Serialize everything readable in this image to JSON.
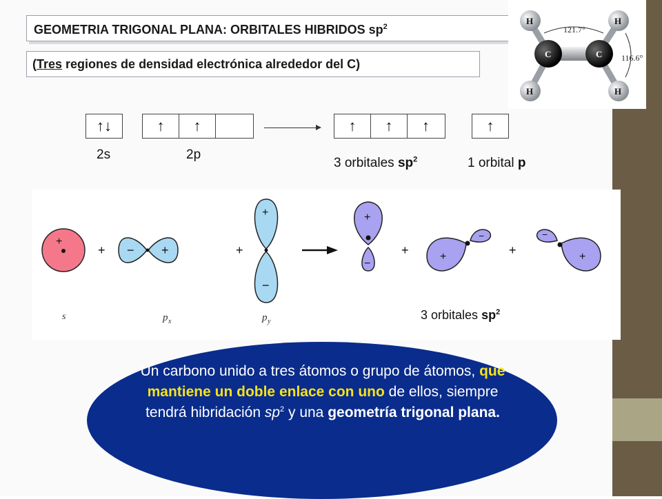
{
  "title": {
    "main": "GEOMETRIA TRIGONAL PLANA: ORBITALES HIBRIDOS sp",
    "sup": "2"
  },
  "subtitle": {
    "open": "(",
    "underlined": "Tres",
    "rest": " regiones de densidad electrónica alrededor del C)"
  },
  "molecule": {
    "atoms": [
      "H",
      "H",
      "H",
      "H",
      "C",
      "C"
    ],
    "angle_top": "121.7°",
    "angle_right": "116.6°"
  },
  "orbital_boxes": {
    "s2": [
      "↑↓"
    ],
    "p2": [
      "↑",
      "↑",
      ""
    ],
    "sp2": [
      "↑",
      "↑",
      "↑"
    ],
    "p1": [
      "↑"
    ]
  },
  "labels": {
    "s2": "2s",
    "p2": "2p",
    "sp2_prefix": "3 orbitales ",
    "sp2_bold": "sp",
    "sp2_sup": "2",
    "p1_prefix": "1 orbital ",
    "p1_bold": "p"
  },
  "orbitals_figure": {
    "signs": {
      "plus": "+",
      "minus": "−"
    },
    "op_plus": "+",
    "captions": {
      "s": "s",
      "px": "p",
      "px_sub": "x",
      "py": "p",
      "py_sub": "y"
    },
    "result_prefix": "3 orbitales ",
    "result_bold": "sp",
    "result_sup": "2",
    "colors": {
      "s_orbital": "#f5788a",
      "p_orbital": "#a8d8f2",
      "sp2_orbital": "#a9a2f0"
    }
  },
  "note": {
    "t1": "Un carbono unido a tres átomos o grupo de átomos, ",
    "hl": "que mantiene un doble enlace con uno",
    "t2": " de ellos, siempre tendrá hibridación ",
    "sp": "sp",
    "sup": "2",
    "t3": " y una ",
    "bold": "geometría trigonal plana."
  },
  "colors": {
    "ellipse": "#0a2c8c",
    "highlight": "#f7e21a",
    "band_dark": "#6b5d45",
    "band_light": "#a9a585"
  }
}
